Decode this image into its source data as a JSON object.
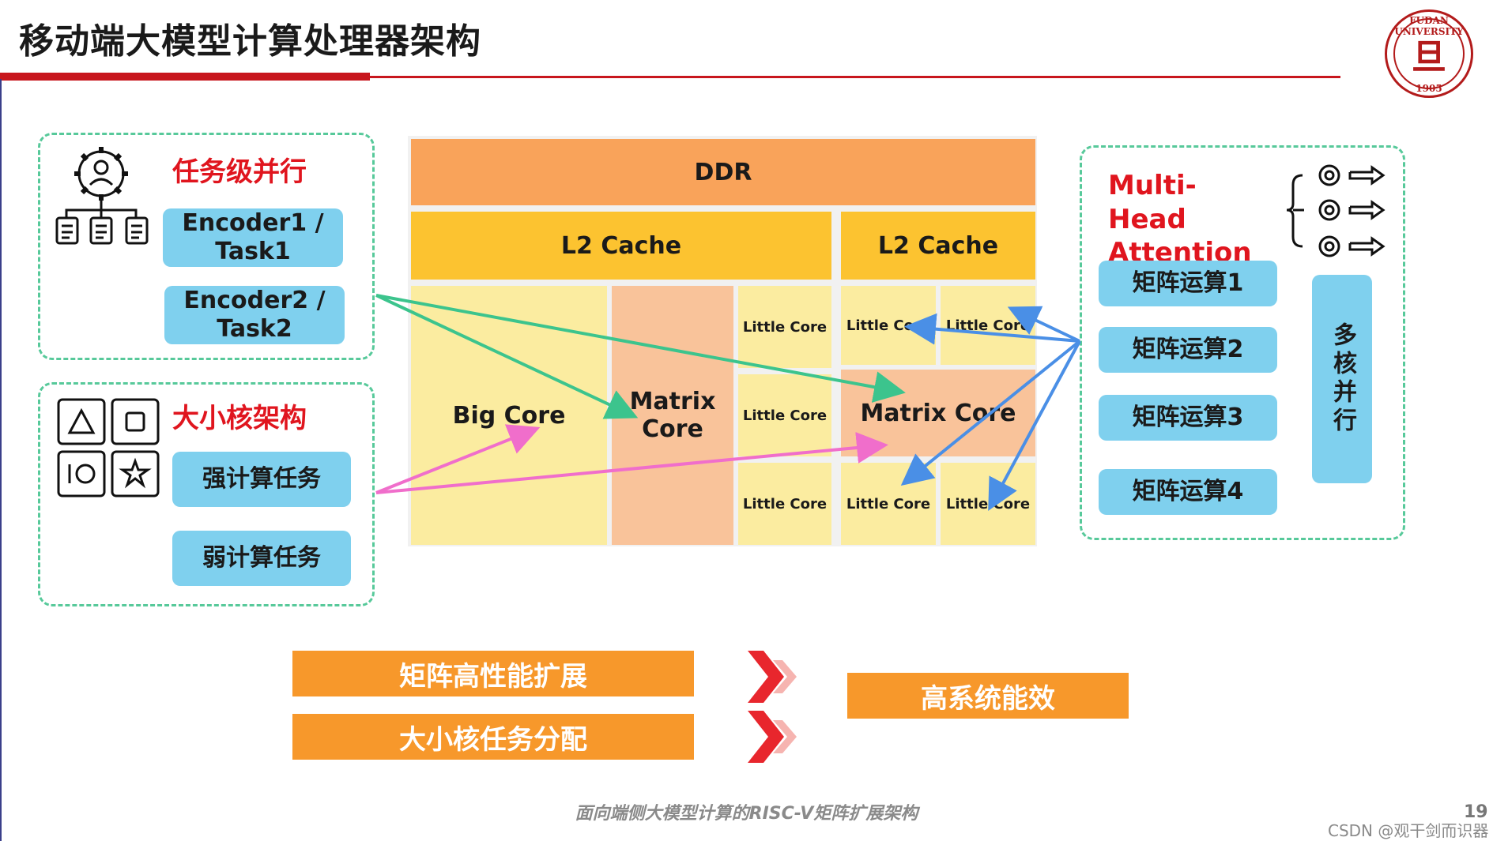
{
  "title": "移动端大模型计算处理器架构",
  "logo": {
    "arc_text": "FUDAN UNIVERSITY",
    "glyph": "旦",
    "year": "1905"
  },
  "task_panel": {
    "heading": "任务级并行",
    "icon": "gear-user-documents-icon",
    "items": [
      "Encoder1 / Task1",
      "Encoder2 / Task2"
    ]
  },
  "core_panel": {
    "heading": "大小核架构",
    "icons": [
      "triangle-icon",
      "square-icon",
      "io-icon",
      "star-icon"
    ],
    "items": [
      "强计算任务",
      "弱计算任务"
    ]
  },
  "chip": {
    "ddr": "DDR",
    "l2_left": "L2 Cache",
    "l2_right": "L2 Cache",
    "big_core": "Big Core",
    "matrix_core_left": "Matrix Core",
    "little_core": "Little Core",
    "matrix_core_right": "Matrix Core",
    "colors": {
      "ddr": "#f9a35a",
      "l2": "#fcc330",
      "big_core": "#fbeca0",
      "matrix": "#f9c39a",
      "little": "#fbeca0"
    }
  },
  "mha_panel": {
    "heading": "Multi-Head Attention",
    "icon": "gear-branches-icon",
    "items": [
      "矩阵运算1",
      "矩阵运算2",
      "矩阵运算3",
      "矩阵运算4"
    ],
    "parallel": "多核并行"
  },
  "bottom": {
    "left_items": [
      "矩阵高性能扩展",
      "大小核任务分配"
    ],
    "result": "高系统能效",
    "accent": "#f7982b"
  },
  "caption": "面向端侧大模型计算的RISC-V矩阵扩展架构",
  "page_number": "19",
  "watermark": "CSDN @观干剑而识器"
}
